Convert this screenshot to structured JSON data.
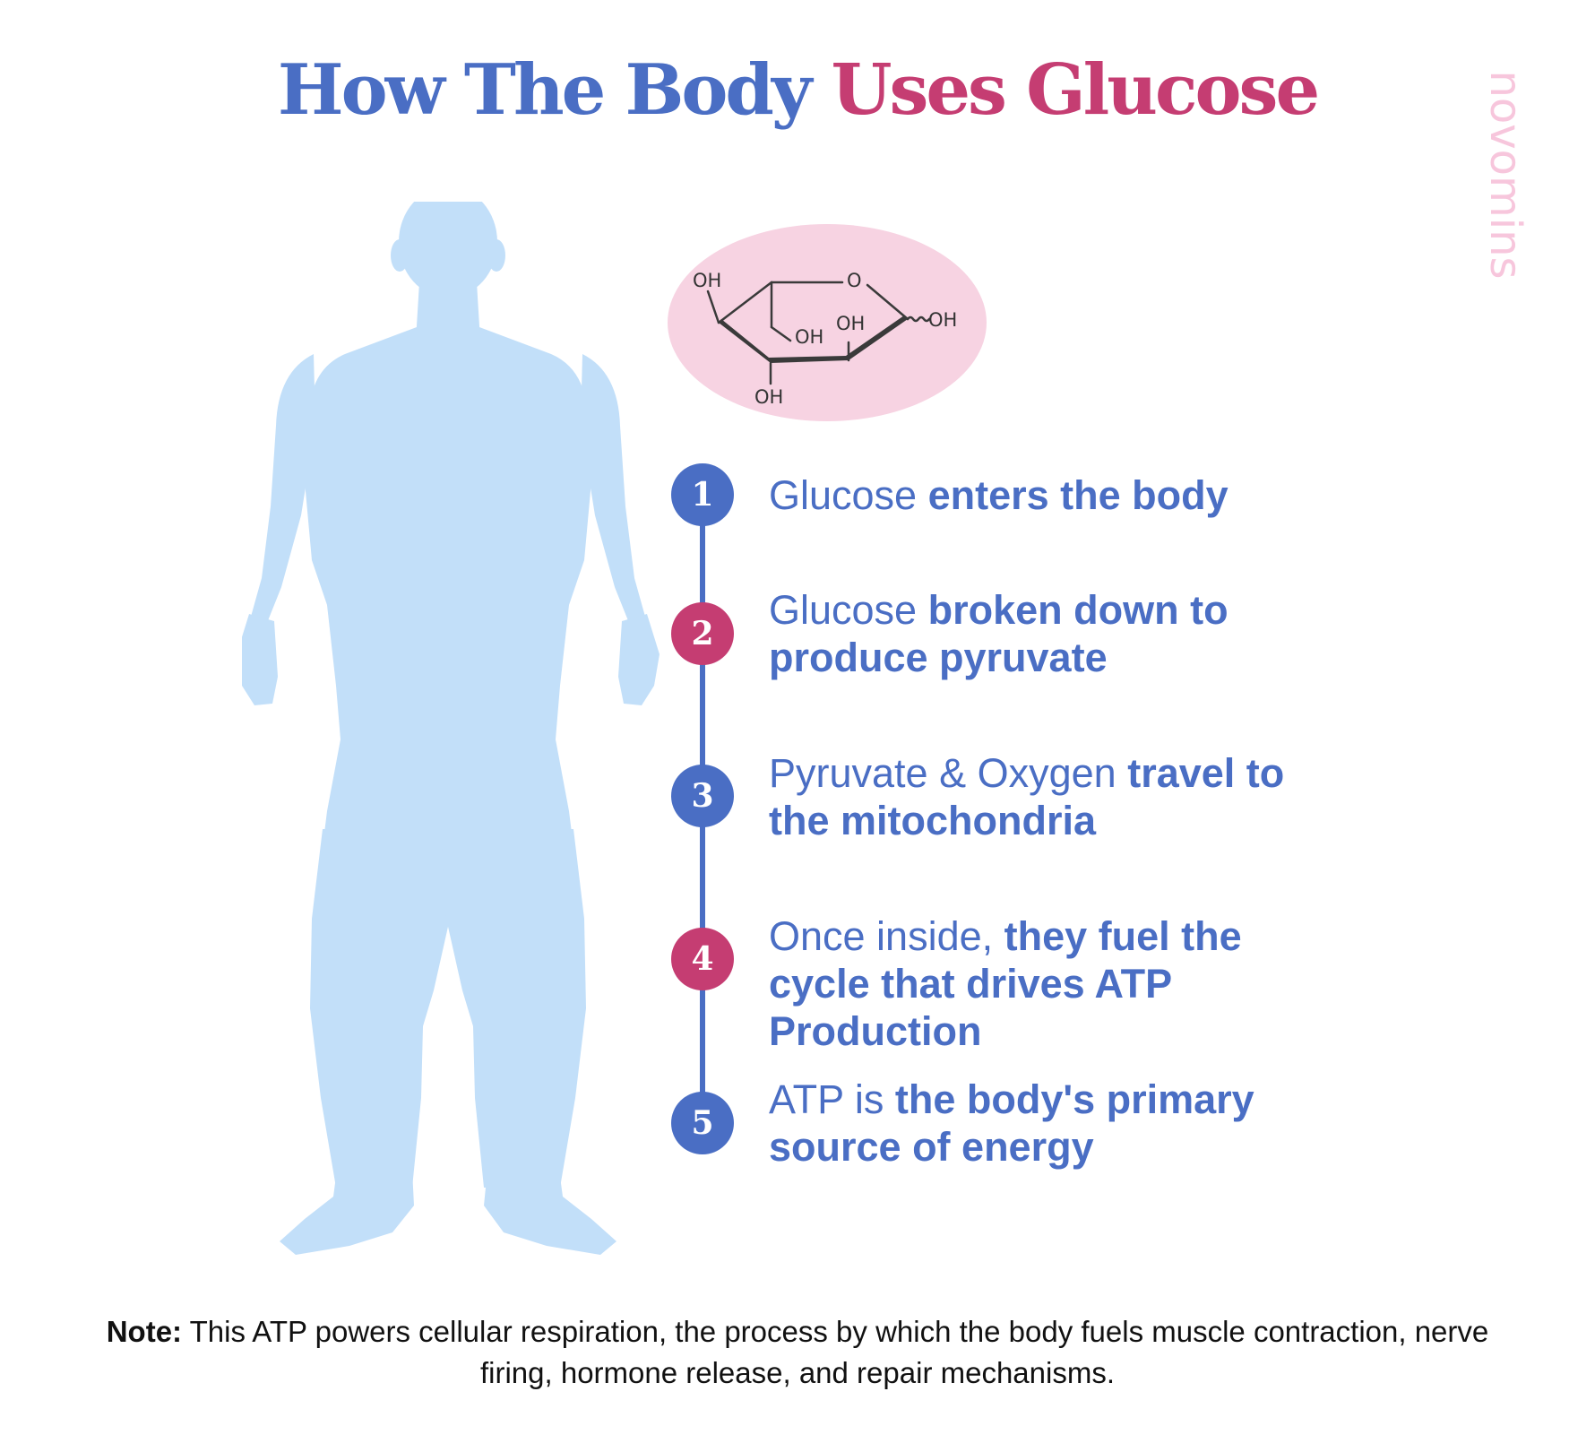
{
  "header": {
    "title_part1": "How The Body",
    "title_part2": "Uses Glucose"
  },
  "brand": {
    "logo_text": "novomins"
  },
  "molecule": {
    "labels": [
      "OH",
      "O",
      "OH",
      "OH",
      "OH",
      "OH"
    ]
  },
  "steps": [
    {
      "number": "1",
      "text_plain": "Glucose ",
      "text_bold": "enters the body",
      "badge_color": "#4a6ec4"
    },
    {
      "number": "2",
      "text_plain": "Glucose ",
      "text_bold": "broken down to produce pyruvate",
      "badge_color": "#c53d72"
    },
    {
      "number": "3",
      "text_plain": "Pyruvate & Oxygen ",
      "text_bold": "travel to the mitochondria",
      "badge_color": "#4a6ec4"
    },
    {
      "number": "4",
      "text_plain": "Once inside, ",
      "text_bold": "they fuel the cycle that drives ATP Production",
      "badge_color": "#c53d72"
    },
    {
      "number": "5",
      "text_plain": "ATP is ",
      "text_bold": "the body's primary source of energy",
      "badge_color": "#4a6ec4"
    }
  ],
  "note": {
    "label": "Note:",
    "text": " This ATP powers cellular respiration, the process by which the body fuels muscle contraction, nerve firing, hormone release, and repair mechanisms."
  },
  "colors": {
    "primary_blue": "#4a6ec4",
    "accent_pink": "#c53d72",
    "body_silhouette": "#c2dff9",
    "molecule_bg": "#f7d3e2",
    "logo_pink": "#f7c6dc"
  }
}
